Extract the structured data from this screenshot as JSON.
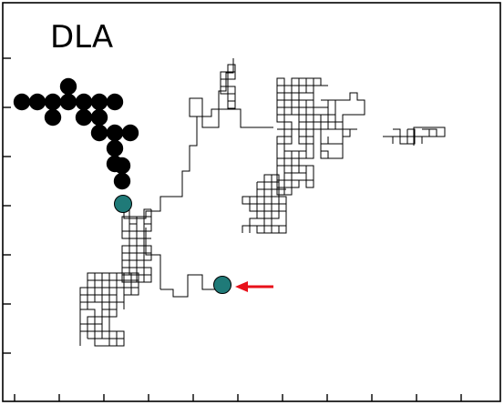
{
  "title": "DLA",
  "colors": {
    "background": "#ffffff",
    "frame": "#000000",
    "walk_path": "#000000",
    "cluster_particle": "#000000",
    "stuck_particle": "#1f7a78",
    "walker_particle": "#1f7a78",
    "arrow": "#e8101a"
  },
  "cluster": {
    "description_particles": "black",
    "particles": [
      {
        "col": 0,
        "row": 0
      },
      {
        "col": 1,
        "row": 0
      },
      {
        "col": 2,
        "row": 0
      },
      {
        "col": 3,
        "row": 0
      },
      {
        "col": 4,
        "row": 0
      },
      {
        "col": 5,
        "row": 0
      },
      {
        "col": 6,
        "row": 0
      },
      {
        "col": 3,
        "row": -1
      },
      {
        "col": 2,
        "row": 1
      },
      {
        "col": 4,
        "row": 1
      },
      {
        "col": 5,
        "row": 1
      },
      {
        "col": 5,
        "row": 2
      },
      {
        "col": 6,
        "row": 2
      },
      {
        "col": 7,
        "row": 2
      },
      {
        "col": 6,
        "row": 3
      },
      {
        "col": 6,
        "row": 4
      }
    ]
  },
  "stuck_particle_icon": "teal-circle",
  "walker_particle_icon": "teal-circle",
  "arrow_icon": "red-arrow-left"
}
